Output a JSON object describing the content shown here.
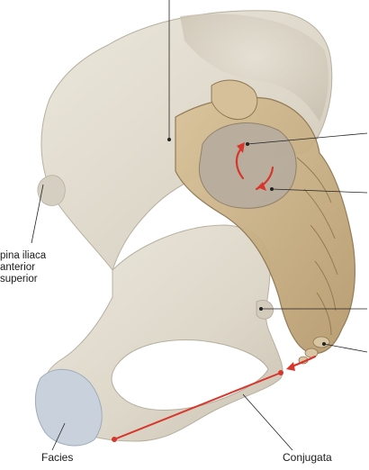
{
  "labels": {
    "spina_line1": "pina iliaca",
    "spina_line2": "anterior",
    "spina_line3": "superior",
    "facies": "Facies",
    "conjugata": "Conjugata"
  },
  "colors": {
    "bone": "#e2ddd0",
    "bone_shadow": "#c9c1b1",
    "sacrum": "#c8b08a",
    "sacrum_dark": "#9d8358",
    "arrow": "#d8362d",
    "leader": "#222222",
    "facies_blue": "#b9c6d4"
  }
}
